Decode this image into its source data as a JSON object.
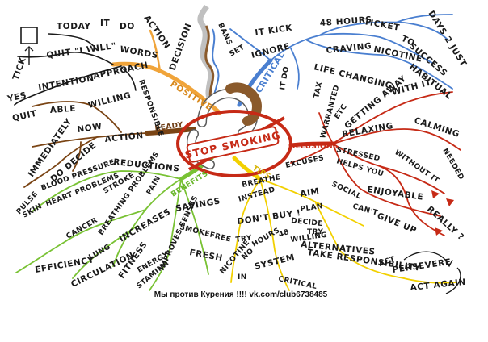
{
  "center": {
    "title": "STOP SMOKING"
  },
  "branches": {
    "positive": "POSITIVE",
    "critical": "CRITICAL",
    "illusions": "ILLUSIONS",
    "tips": "TIPS",
    "benefits": "BENEFITS",
    "ready": "READY"
  },
  "words": {
    "today": "TODAY",
    "it": "IT",
    "do": "DO",
    "action_top": "ACTION",
    "decision": "DECISION",
    "tick": "TICK",
    "quit_iwill": "QUIT \"I WILL\"",
    "words": "WORDS",
    "yes": "YES",
    "intention": "INTENTION",
    "approach": "APPROACH",
    "responsible": "RESPONSIBLE",
    "quit": "QUIT",
    "able": "ABLE",
    "willing": "WILLING",
    "now": "NOW",
    "action": "ACTION",
    "immediately": "IMMEDIATELY",
    "do_decide": "DO DECIDE",
    "bans": "BANS",
    "set": "SET",
    "it_kick": "IT KICK",
    "ignore": "IGNORE",
    "hours48": "48 HOURS",
    "ticket": "TICKET",
    "to": "TO",
    "success": "SUCCESS",
    "days2just": "DAYS 2 JUST",
    "craving": "CRAVING",
    "nicotine": "NICOTINE",
    "habitual": "HABITUAL",
    "it_do": "IT DO",
    "life_changing": "LIFE CHANGING",
    "warranted": "WARRANTED",
    "tax": "TAX",
    "etc": "ETC",
    "getting_away": "GETTING AWAY",
    "with_it": "WITH IT",
    "relaxing": "RELAXING",
    "calming": "CALMING",
    "needed": "NEEDED",
    "stressed": "STRESSED",
    "helps_you": "HELPS YOU",
    "without_it": "WITHOUT IT",
    "excuses": "EXCUSES",
    "social": "SOCIAL",
    "enjoyable": "ENJOYABLE",
    "cant": "CAN'T",
    "give_up": "GIVE UP",
    "really": "REALLY ?",
    "reductions": "REDUCTIONS",
    "pulse": "PULSE",
    "blood_pressure": "BLOOD PRESSURE",
    "skin": "SKIN",
    "heart_problems": "HEART PROBLEMS",
    "stroke": "STROKE",
    "cancer": "CANCER",
    "breathing_problems": "BREATHING PROBLEMS",
    "pain": "PAIN",
    "efficiency": "EFFICIENCY",
    "lung": "LUNG",
    "increases": "INCREASES",
    "circulation": "CIRCULATION",
    "fitness": "FITNESS",
    "energy": "ENERGY",
    "stamina": "STAMINA",
    "improves_senses": "IMPROVES SENSES",
    "savings": "SAVINGS",
    "smokefree": "SMOKEFREE",
    "fresh": "FRESH",
    "breathe": "BREATHE",
    "instead": "INSTEAD",
    "dont_buy": "DON'T BUY !",
    "try": "TRY",
    "no": "NO",
    "hours": "HOURS",
    "h48": "48",
    "nicotine_tips": "NICOTINE",
    "in": "IN",
    "system": "SYSTEM",
    "critical_low": "CRITICAL",
    "aim": "AIM",
    "plan": "PLAN",
    "decide": "DECIDE",
    "try_r": "TRY",
    "willing_r": "WILLING",
    "alternatives": "ALTERNATIVES",
    "take_responsibility": "TAKE RESPONSIBILITY",
    "act": "ACT",
    "persevere": "PERSEVERE",
    "act_again": "ACT AGAIN"
  },
  "footer": {
    "caption": "Мы против Курения !!!! vk.com/club6738485"
  },
  "colors": {
    "blue": "#4a7fd0",
    "orange": "#f0a43a",
    "red": "#c62a16",
    "green": "#79c234",
    "yellow": "#f2d000",
    "brown": "#7a4414",
    "dark": "#1a1a1a"
  }
}
